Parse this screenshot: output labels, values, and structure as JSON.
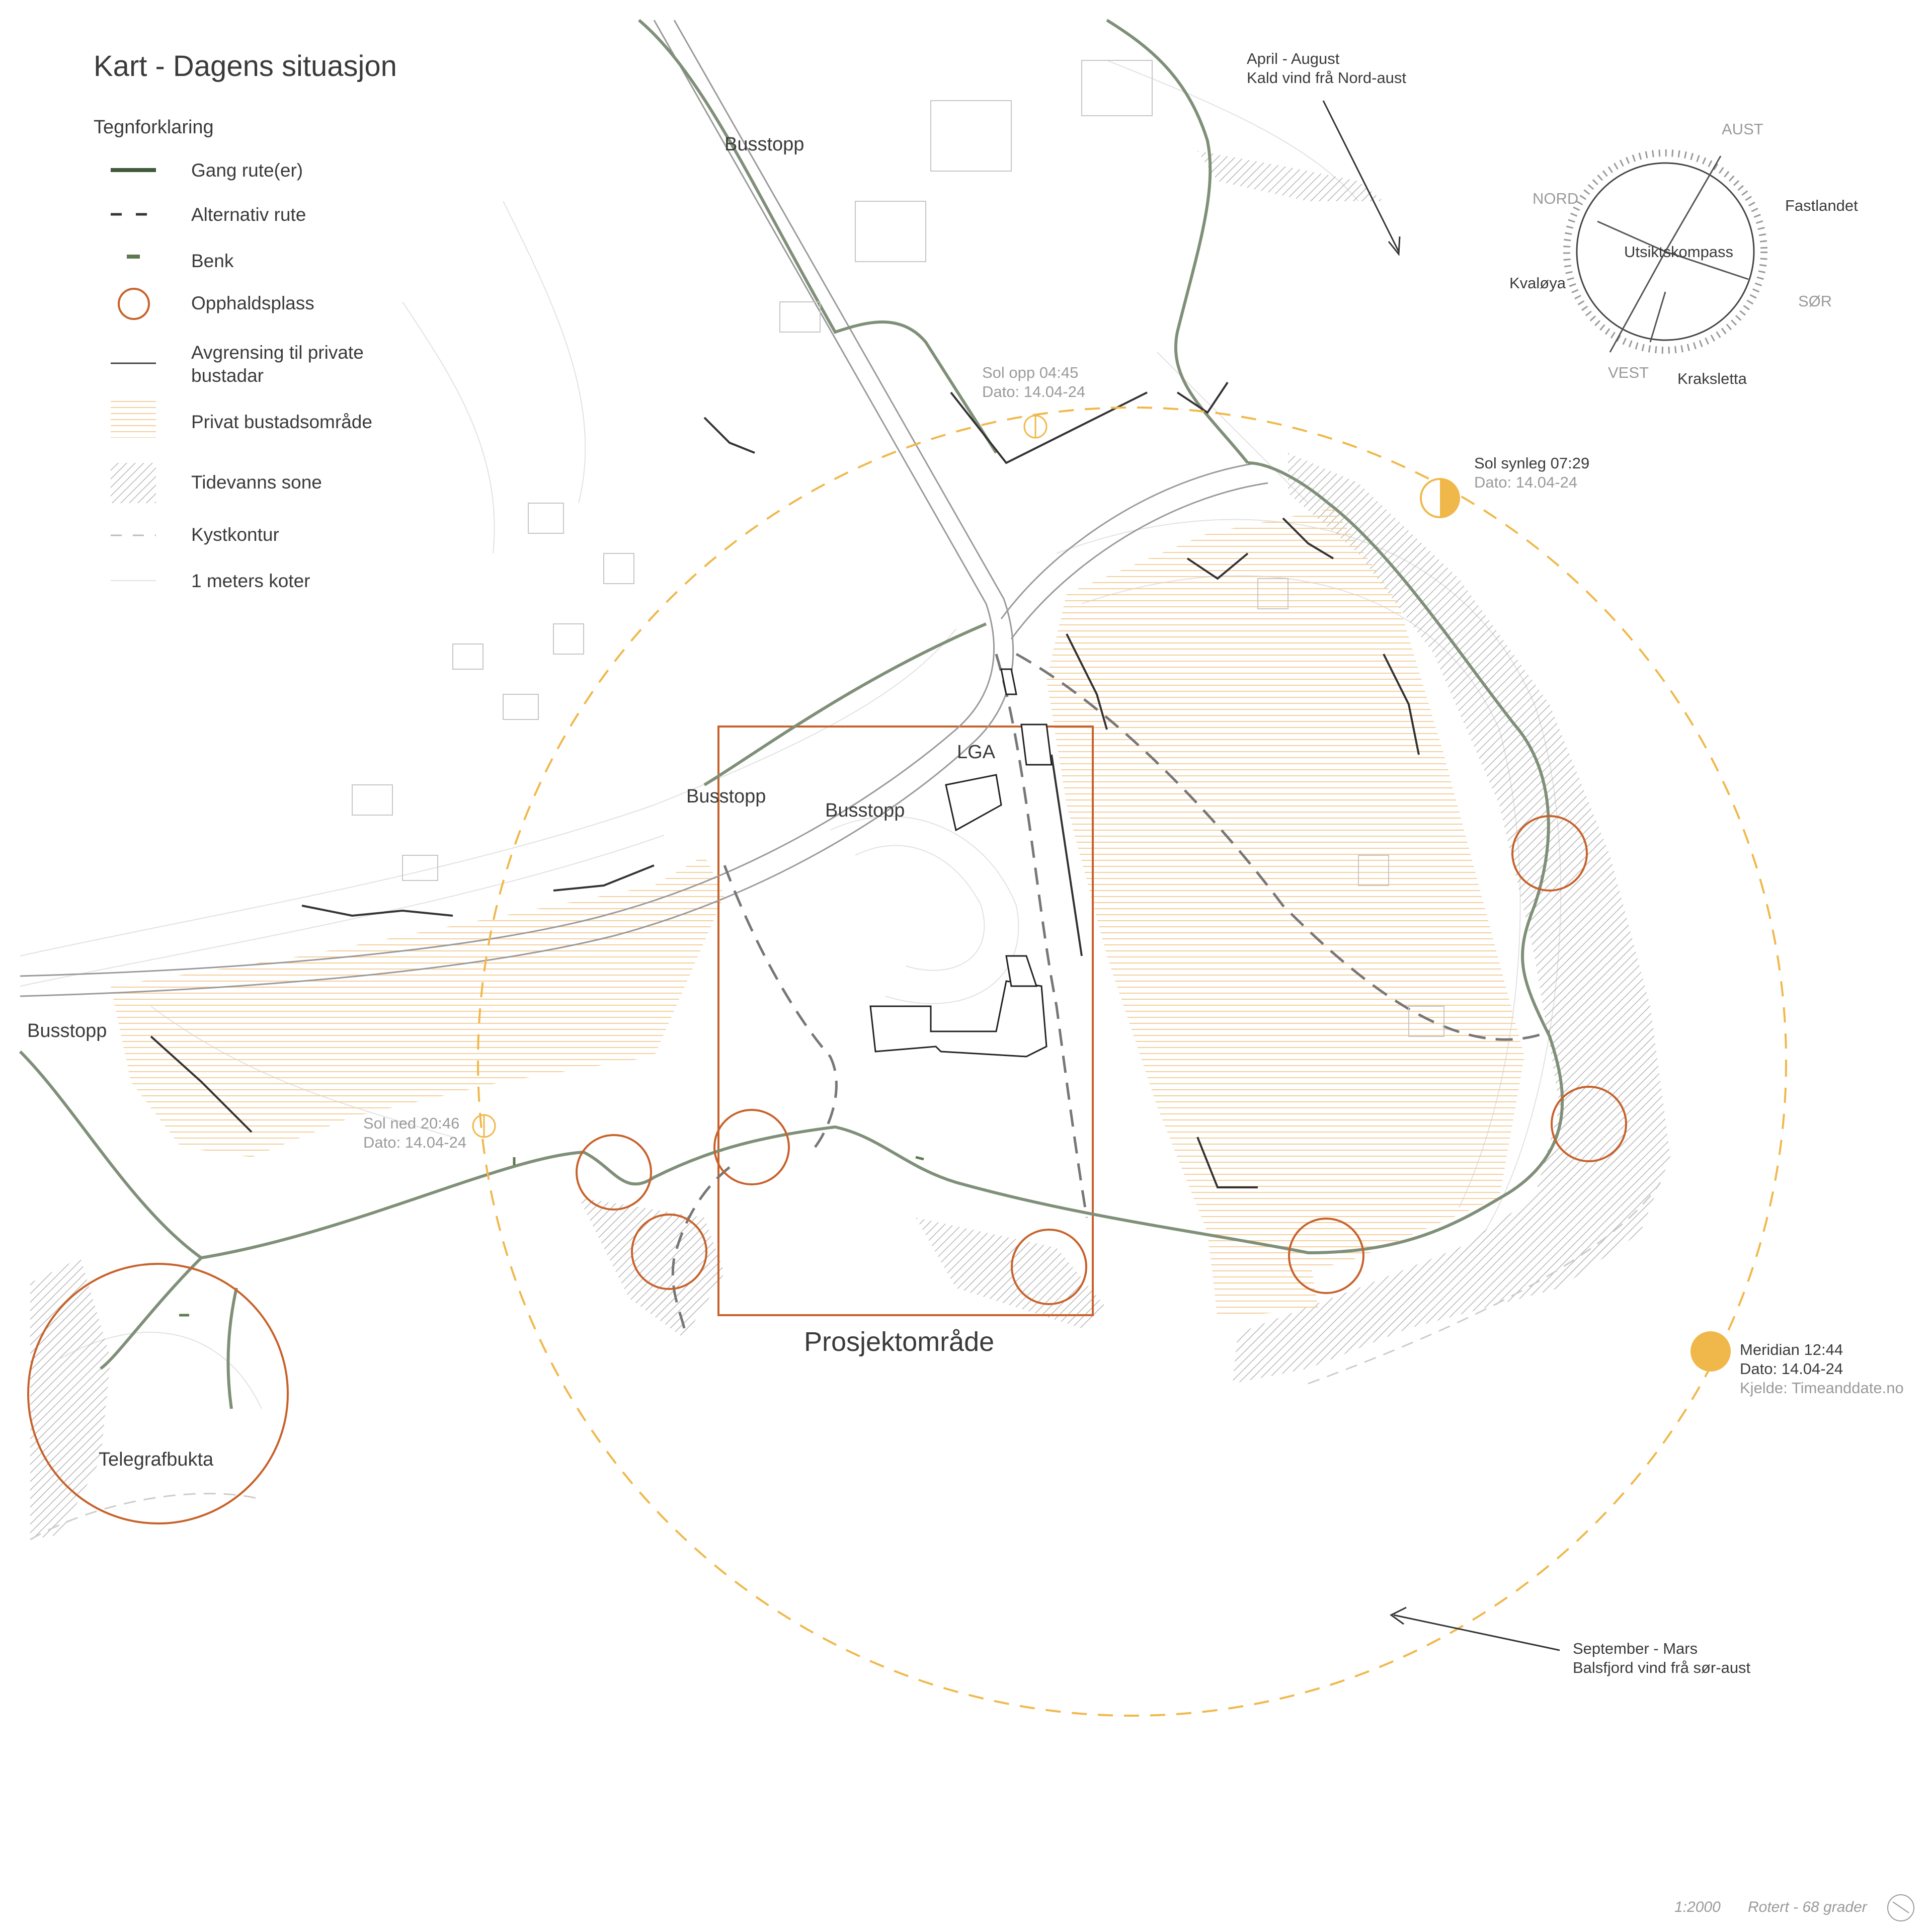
{
  "title": "Kart - Dagens situasjon",
  "legend": {
    "heading": "Tegnforklaring",
    "items": [
      {
        "label": "Gang rute(er)",
        "symbol": "solid-green-line",
        "color": "#3f5a3a"
      },
      {
        "label": "Alternativ rute",
        "symbol": "dashed-dark-line",
        "color": "#333333"
      },
      {
        "label": "Benk",
        "symbol": "short-green-bar",
        "color": "#5d7a4e"
      },
      {
        "label": "Opphaldsplass",
        "symbol": "orange-circle",
        "color": "#c8612a"
      },
      {
        "label": "Avgrensing til private bustadar",
        "symbol": "thin-dark-line",
        "color": "#444444"
      },
      {
        "label": "Privat bustadsområde",
        "symbol": "orange-hatch",
        "color": "#f0c890"
      },
      {
        "label": "Tidevanns sone",
        "symbol": "grey-diagonal-hatch",
        "color": "#b0b0b0"
      },
      {
        "label": "Kystkontur",
        "symbol": "grey-dashed-line",
        "color": "#bbbbbb"
      },
      {
        "label": "1 meters koter",
        "symbol": "faint-line",
        "color": "#dddddd"
      }
    ]
  },
  "labels": {
    "busstopp": "Busstopp",
    "lga": "LGA",
    "project_area": "Prosjektområde",
    "telegrafbukta": "Telegrafbukta"
  },
  "sun": {
    "rise": {
      "line1": "Sol opp 04:45",
      "line2": "Dato: 14.04-24"
    },
    "visible": {
      "line1": "Sol synleg 07:29",
      "line2": "Dato: 14.04-24"
    },
    "meridian": {
      "line1": "Meridian 12:44",
      "line2": "Dato: 14.04-24",
      "line3": "Kjelde: Timeanddate.no"
    },
    "set": {
      "line1": "Sol ned 20:46",
      "line2": "Dato: 14.04-24"
    },
    "color": "#f0b84a"
  },
  "wind": {
    "northeast": {
      "line1": "April - August",
      "line2": "Kald vind frå Nord-aust"
    },
    "southeast": {
      "line1": "September - Mars",
      "line2": "Balsfjord vind frå sør-aust"
    }
  },
  "compass": {
    "center_label": "Utsiktskompass",
    "aust": "AUST",
    "nord": "NORD",
    "sor": "SØR",
    "vest": "VEST",
    "fastlandet": "Fastlandet",
    "kvaloya": "Kvaløya",
    "kraksletta": "Kraksletta"
  },
  "footer": {
    "scale": "1:2000",
    "rotation": "Rotert - 68 grader"
  },
  "colors": {
    "path_green": "#7f8f78",
    "orange": "#c8612a",
    "sun_yellow": "#f0b84a",
    "hatch_orange": "#f3cf9c",
    "hatch_grey": "#b5b5b5"
  }
}
